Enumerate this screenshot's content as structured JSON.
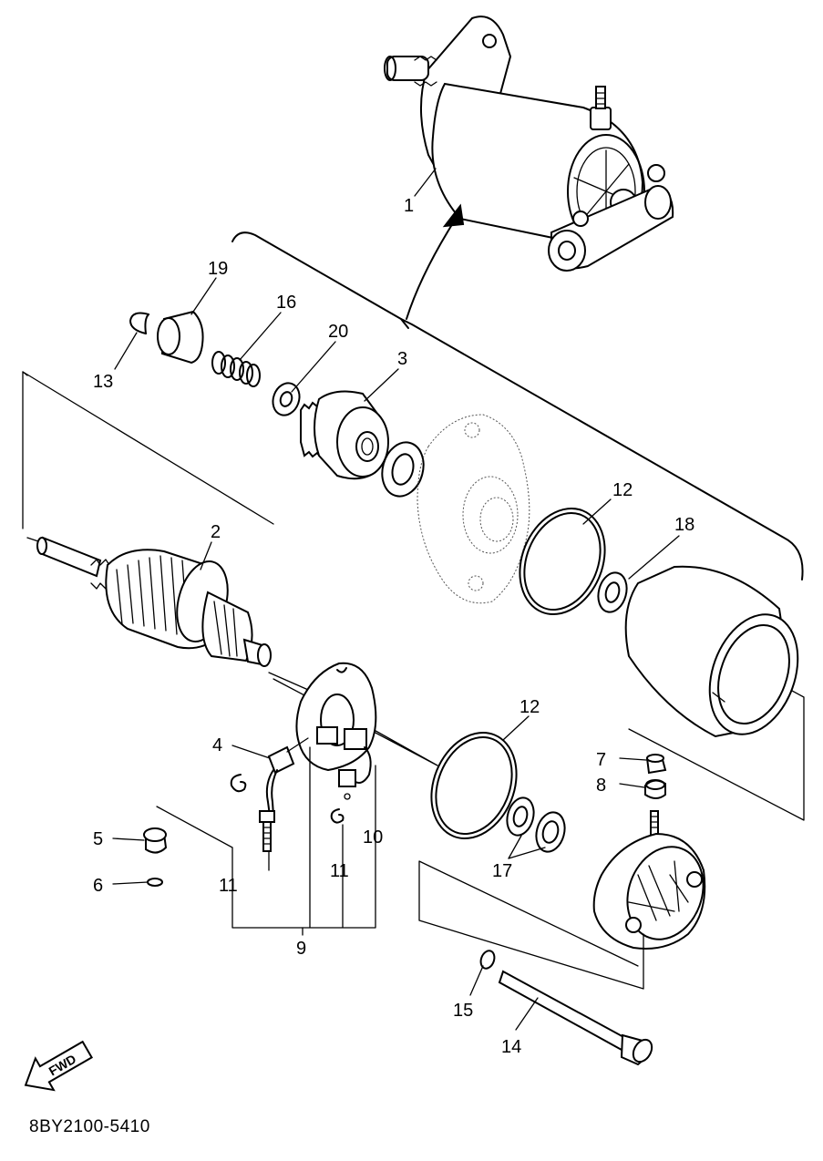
{
  "diagram": {
    "part_code": "8BY2100-5410",
    "fwd_label": "FWD",
    "callouts": {
      "p1": "1",
      "p2": "2",
      "p3": "3",
      "p4": "4",
      "p5": "5",
      "p6": "6",
      "p7": "7",
      "p8": "8",
      "p9": "9",
      "p10": "10",
      "p11a": "11",
      "p11b": "11",
      "p12a": "12",
      "p12b": "12",
      "p13": "13",
      "p14": "14",
      "p15": "15",
      "p16": "16",
      "p17": "17",
      "p18": "18",
      "p19": "19",
      "p20": "20"
    },
    "parts": [
      "starting-motor-assembly",
      "armature",
      "clutch-pinion",
      "brush",
      "collar",
      "washer",
      "nut",
      "washer",
      "brush-holder-set",
      "brush-holder",
      "spring",
      "o-ring",
      "circlip",
      "bolt",
      "washer",
      "spring",
      "washer",
      "washer",
      "collar",
      "washer"
    ]
  }
}
